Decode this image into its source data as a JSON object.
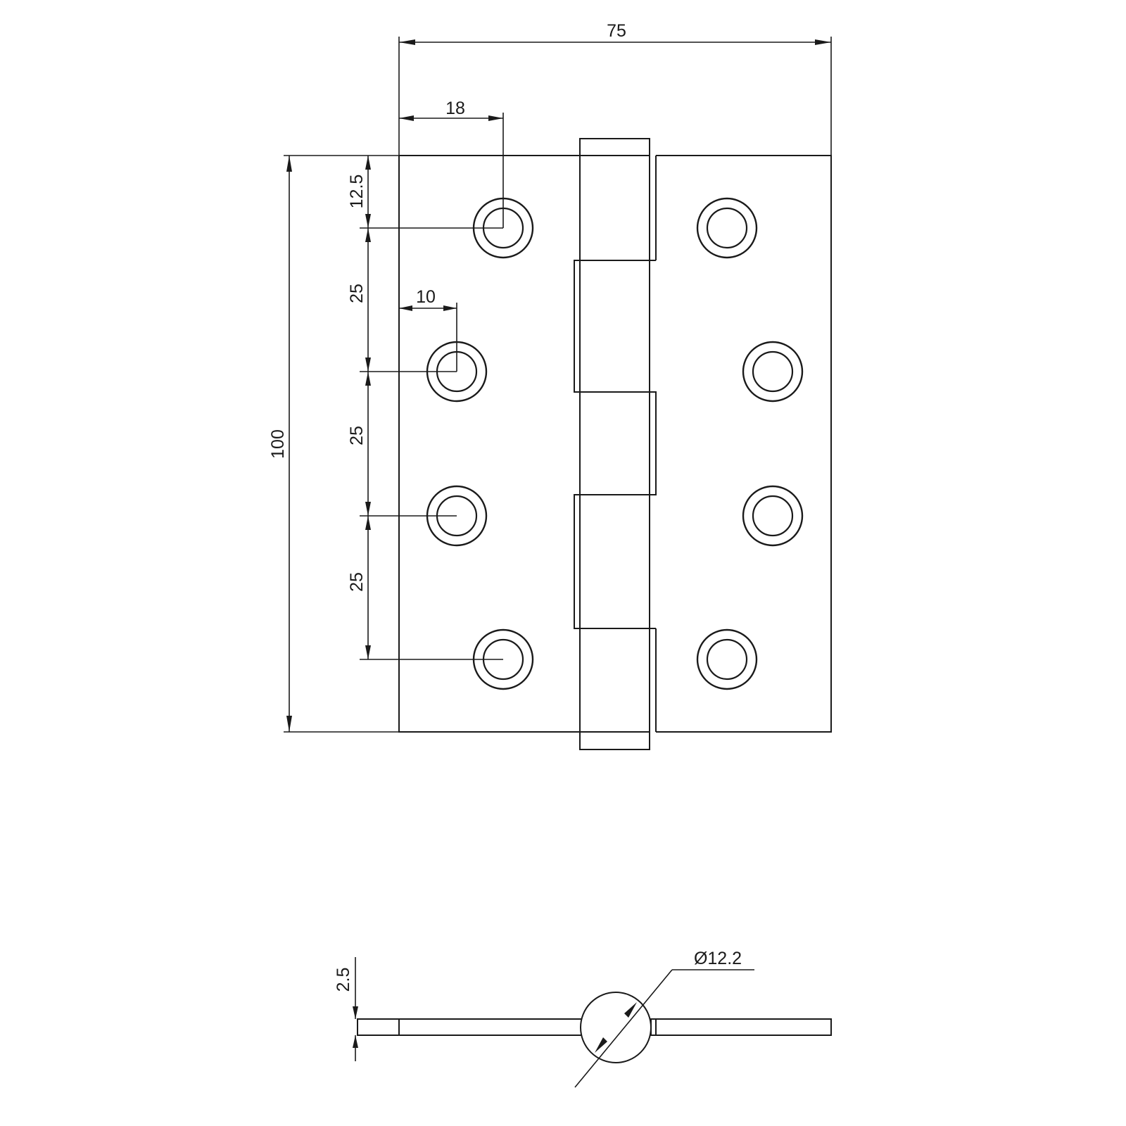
{
  "drawing": {
    "dimensions": {
      "overall_width": "75",
      "hole_offset_outer": "18",
      "hole_offset_inner": "10",
      "overall_height": "100",
      "top_to_first_hole": "12.5",
      "hole_pitch_1": "25",
      "hole_pitch_2": "25",
      "hole_pitch_3": "25",
      "leaf_thickness": "2.5",
      "knuckle_diameter": "Ø12.2"
    },
    "holes_per_leaf": 4,
    "knuckles": 5
  }
}
